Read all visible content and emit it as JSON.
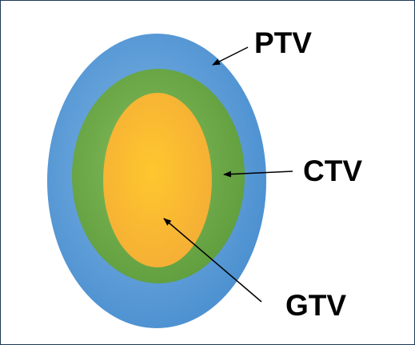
{
  "diagram": {
    "labels": {
      "ptv": "PTV",
      "ctv": "CTV",
      "gtv": "GTV"
    },
    "colors": {
      "ptv": "#5b9bd5",
      "ctv": "#70ad47",
      "gtv": "#fbbf2f",
      "border": "#1f3a5a",
      "arrow": "#000000"
    }
  }
}
